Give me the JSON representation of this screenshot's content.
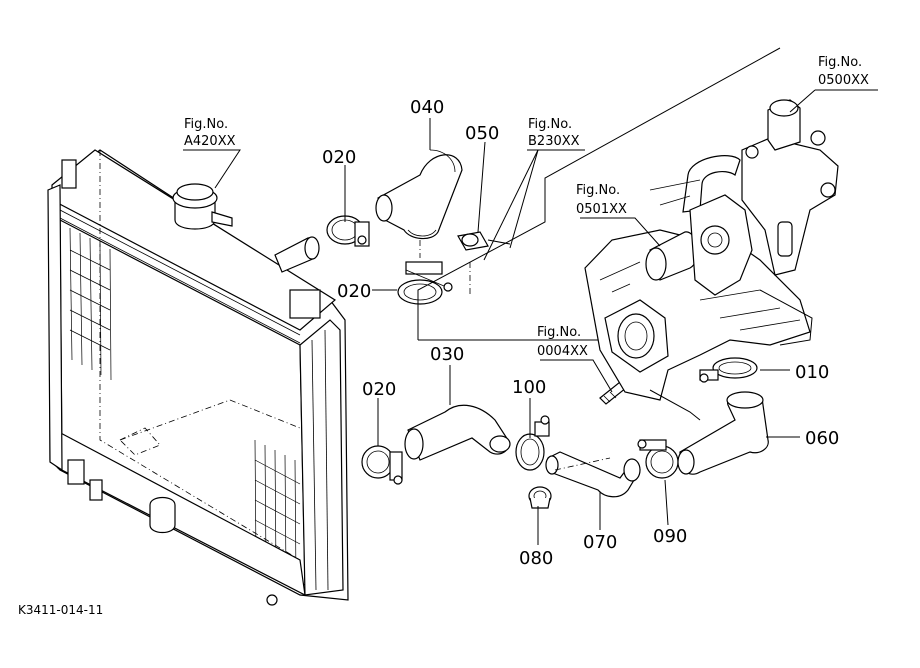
{
  "drawing_code": "K3411-014-11",
  "part_numbers": [
    "010",
    "020",
    "020",
    "020",
    "030",
    "040",
    "050",
    "060",
    "070",
    "080",
    "090",
    "100"
  ],
  "fig_refs": [
    {
      "line1": "Fig.No.",
      "line2": "A420XX"
    },
    {
      "line1": "Fig.No.",
      "line2": "B230XX"
    },
    {
      "line1": "Fig.No.",
      "line2": "0500XX"
    },
    {
      "line1": "Fig.No.",
      "line2": "0501XX"
    },
    {
      "line1": "Fig.No.",
      "line2": "0004XX"
    }
  ]
}
